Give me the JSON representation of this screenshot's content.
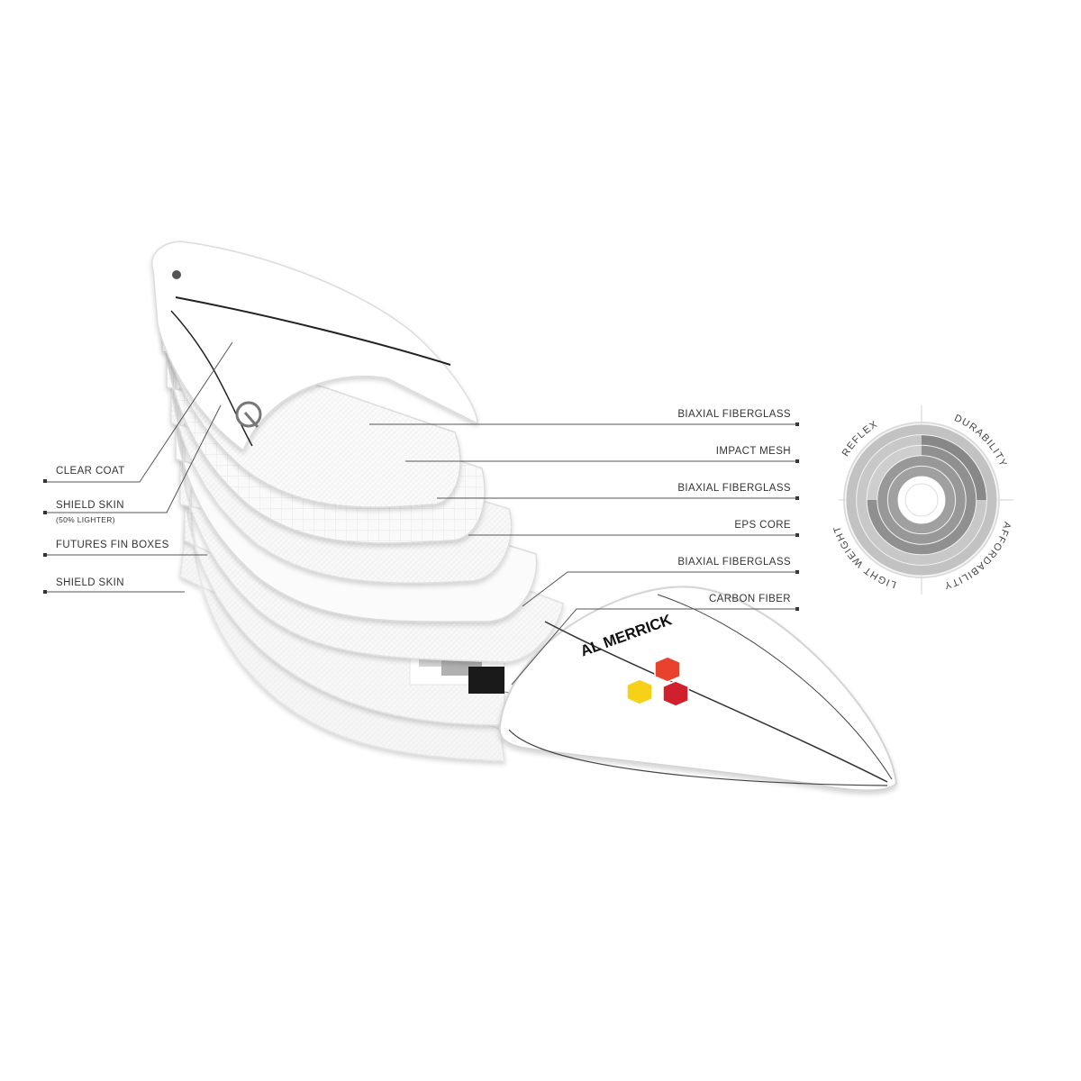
{
  "left_labels": [
    {
      "id": "clear-coat",
      "text": "CLEAR COAT"
    },
    {
      "id": "shield-skin-top",
      "text": "SHIELD SKIN",
      "note": "(50% LIGHTER)"
    },
    {
      "id": "futures-fin-boxes",
      "text": "FUTURES FIN BOXES"
    },
    {
      "id": "shield-skin-bottom",
      "text": "SHIELD SKIN"
    }
  ],
  "right_labels": [
    {
      "id": "biaxial-fiberglass-1",
      "text": "BIAXIAL FIBERGLASS"
    },
    {
      "id": "impact-mesh",
      "text": "IMPACT MESH"
    },
    {
      "id": "biaxial-fiberglass-2",
      "text": "BIAXIAL FIBERGLASS"
    },
    {
      "id": "eps-core",
      "text": "EPS CORE"
    },
    {
      "id": "biaxial-fiberglass-3",
      "text": "BIAXIAL FIBERGLASS"
    },
    {
      "id": "carbon-fiber",
      "text": "CARBON FIBER"
    }
  ],
  "rating_chart": {
    "quadrants": [
      {
        "id": "reflex",
        "label": "REFLEX",
        "level": 0.4
      },
      {
        "id": "durability",
        "label": "DURABILITY",
        "level": 0.8
      },
      {
        "id": "affordability",
        "label": "AFFORDABILITY",
        "level": 0.6
      },
      {
        "id": "light-weight",
        "label": "LIGHT WEIGHT",
        "level": 0.6
      }
    ],
    "rings": 5
  },
  "brand": {
    "name": "AL MERRICK",
    "logo_colors": [
      "#e8412c",
      "#f7d117",
      "#d0202e"
    ]
  },
  "colors": {
    "label_text": "#333333",
    "leader_line": "#555555",
    "board_outline": "#e4e4e4",
    "carbon": "#1a1a1a"
  }
}
